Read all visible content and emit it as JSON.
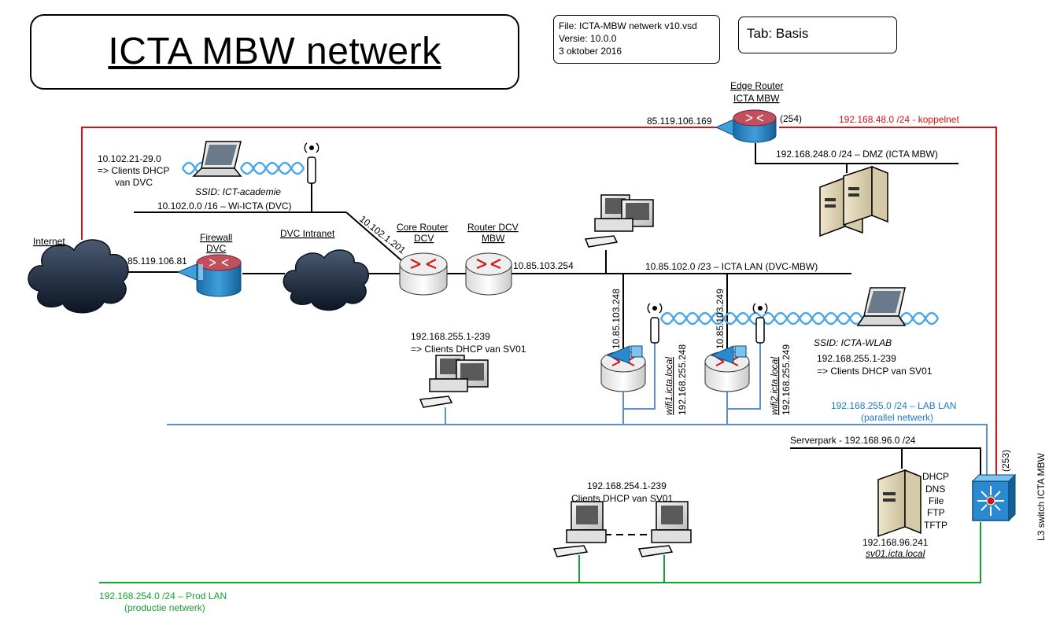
{
  "title": "ICTA MBW netwerk",
  "file_info": {
    "file": "File: ICTA-MBW netwerk v10.vsd",
    "version": "Versie: 10.0.0",
    "date": "3 oktober 2016"
  },
  "tab": "Tab: Basis",
  "colors": {
    "red_net": "#e01010",
    "blue_net": "#5b8fd0",
    "green_net": "#18a030",
    "black_net": "#000000"
  },
  "labels": {
    "internet": "Internet",
    "firewall_1": "Firewall",
    "firewall_2": "DVC",
    "firewall_ip": "85.119.106.81",
    "dvc_intranet": "DVC Intranet",
    "core_router_1": "Core Router",
    "core_router_2": "DCV",
    "router_dcv_1": "Router DCV",
    "router_dcv_2": "MBW",
    "router_dcv_ip": "10.85.103.254",
    "edge_router_1": "Edge Router",
    "edge_router_2": "ICTA MBW",
    "edge_ip": "85.119.106.169",
    "edge_254": "(254)",
    "koppelnet": "192.168.48.0 /24 - koppelnet",
    "dmz": "192.168.248.0 /24 – DMZ (ICTA MBW)",
    "wifi_clients_1": "10.102.21-29.0",
    "wifi_clients_2": "=> Clients DHCP",
    "wifi_clients_3": "van DVC",
    "ssid_ict": "SSID: ICT-academie",
    "wi_icta": "10.102.0.0 /16 – Wi-ICTA (DVC)",
    "core_ip": "10.102.1.201",
    "icta_lan": "10.85.102.0 /23 – ICTA LAN (DVC-MBW)",
    "ap1_up_ip": "10.85.103.248",
    "ap2_up_ip": "10.85.103.249",
    "wifi1_name": "wifi1.icta.local",
    "wifi1_ip": "192.168.255.248",
    "wifi2_name": "wifi2.icta.local",
    "wifi2_ip": "192.168.255.249",
    "ssid_wlab": "SSID: ICTA-WLAB",
    "lab_clients_left_1": "192.168.255.1-239",
    "lab_clients_left_2": "=> Clients DHCP van SV01",
    "lab_clients_right_1": "192.168.255.1-239",
    "lab_clients_right_2": "=> Clients DHCP van SV01",
    "lab_lan_1": "192.168.255.0 /24 – LAB LAN",
    "lab_lan_2": "(parallel netwerk)",
    "serverpark": "Serverpark - 192.168.96.0 /24",
    "services": [
      "DHCP",
      "DNS",
      "File",
      "FTP",
      "TFTP"
    ],
    "sv01_ip": "192.168.96.241",
    "sv01_name": "sv01.icta.local",
    "switch_253": "(253)",
    "switch_name": "L3 switch ICTA MBW",
    "prod_clients_1": "192.168.254.1-239",
    "prod_clients_2": "Clients DHCP van SV01",
    "prod_lan_1": "192.168.254.0 /24 – Prod LAN",
    "prod_lan_2": "(productie netwerk)"
  },
  "icons": [
    "cloud-icon",
    "firewall-icon",
    "router-icon",
    "wifi-router-icon",
    "edge-router-icon",
    "l3-switch-icon",
    "server-icon",
    "workstation-icon",
    "laptop-icon",
    "antenna-icon"
  ]
}
